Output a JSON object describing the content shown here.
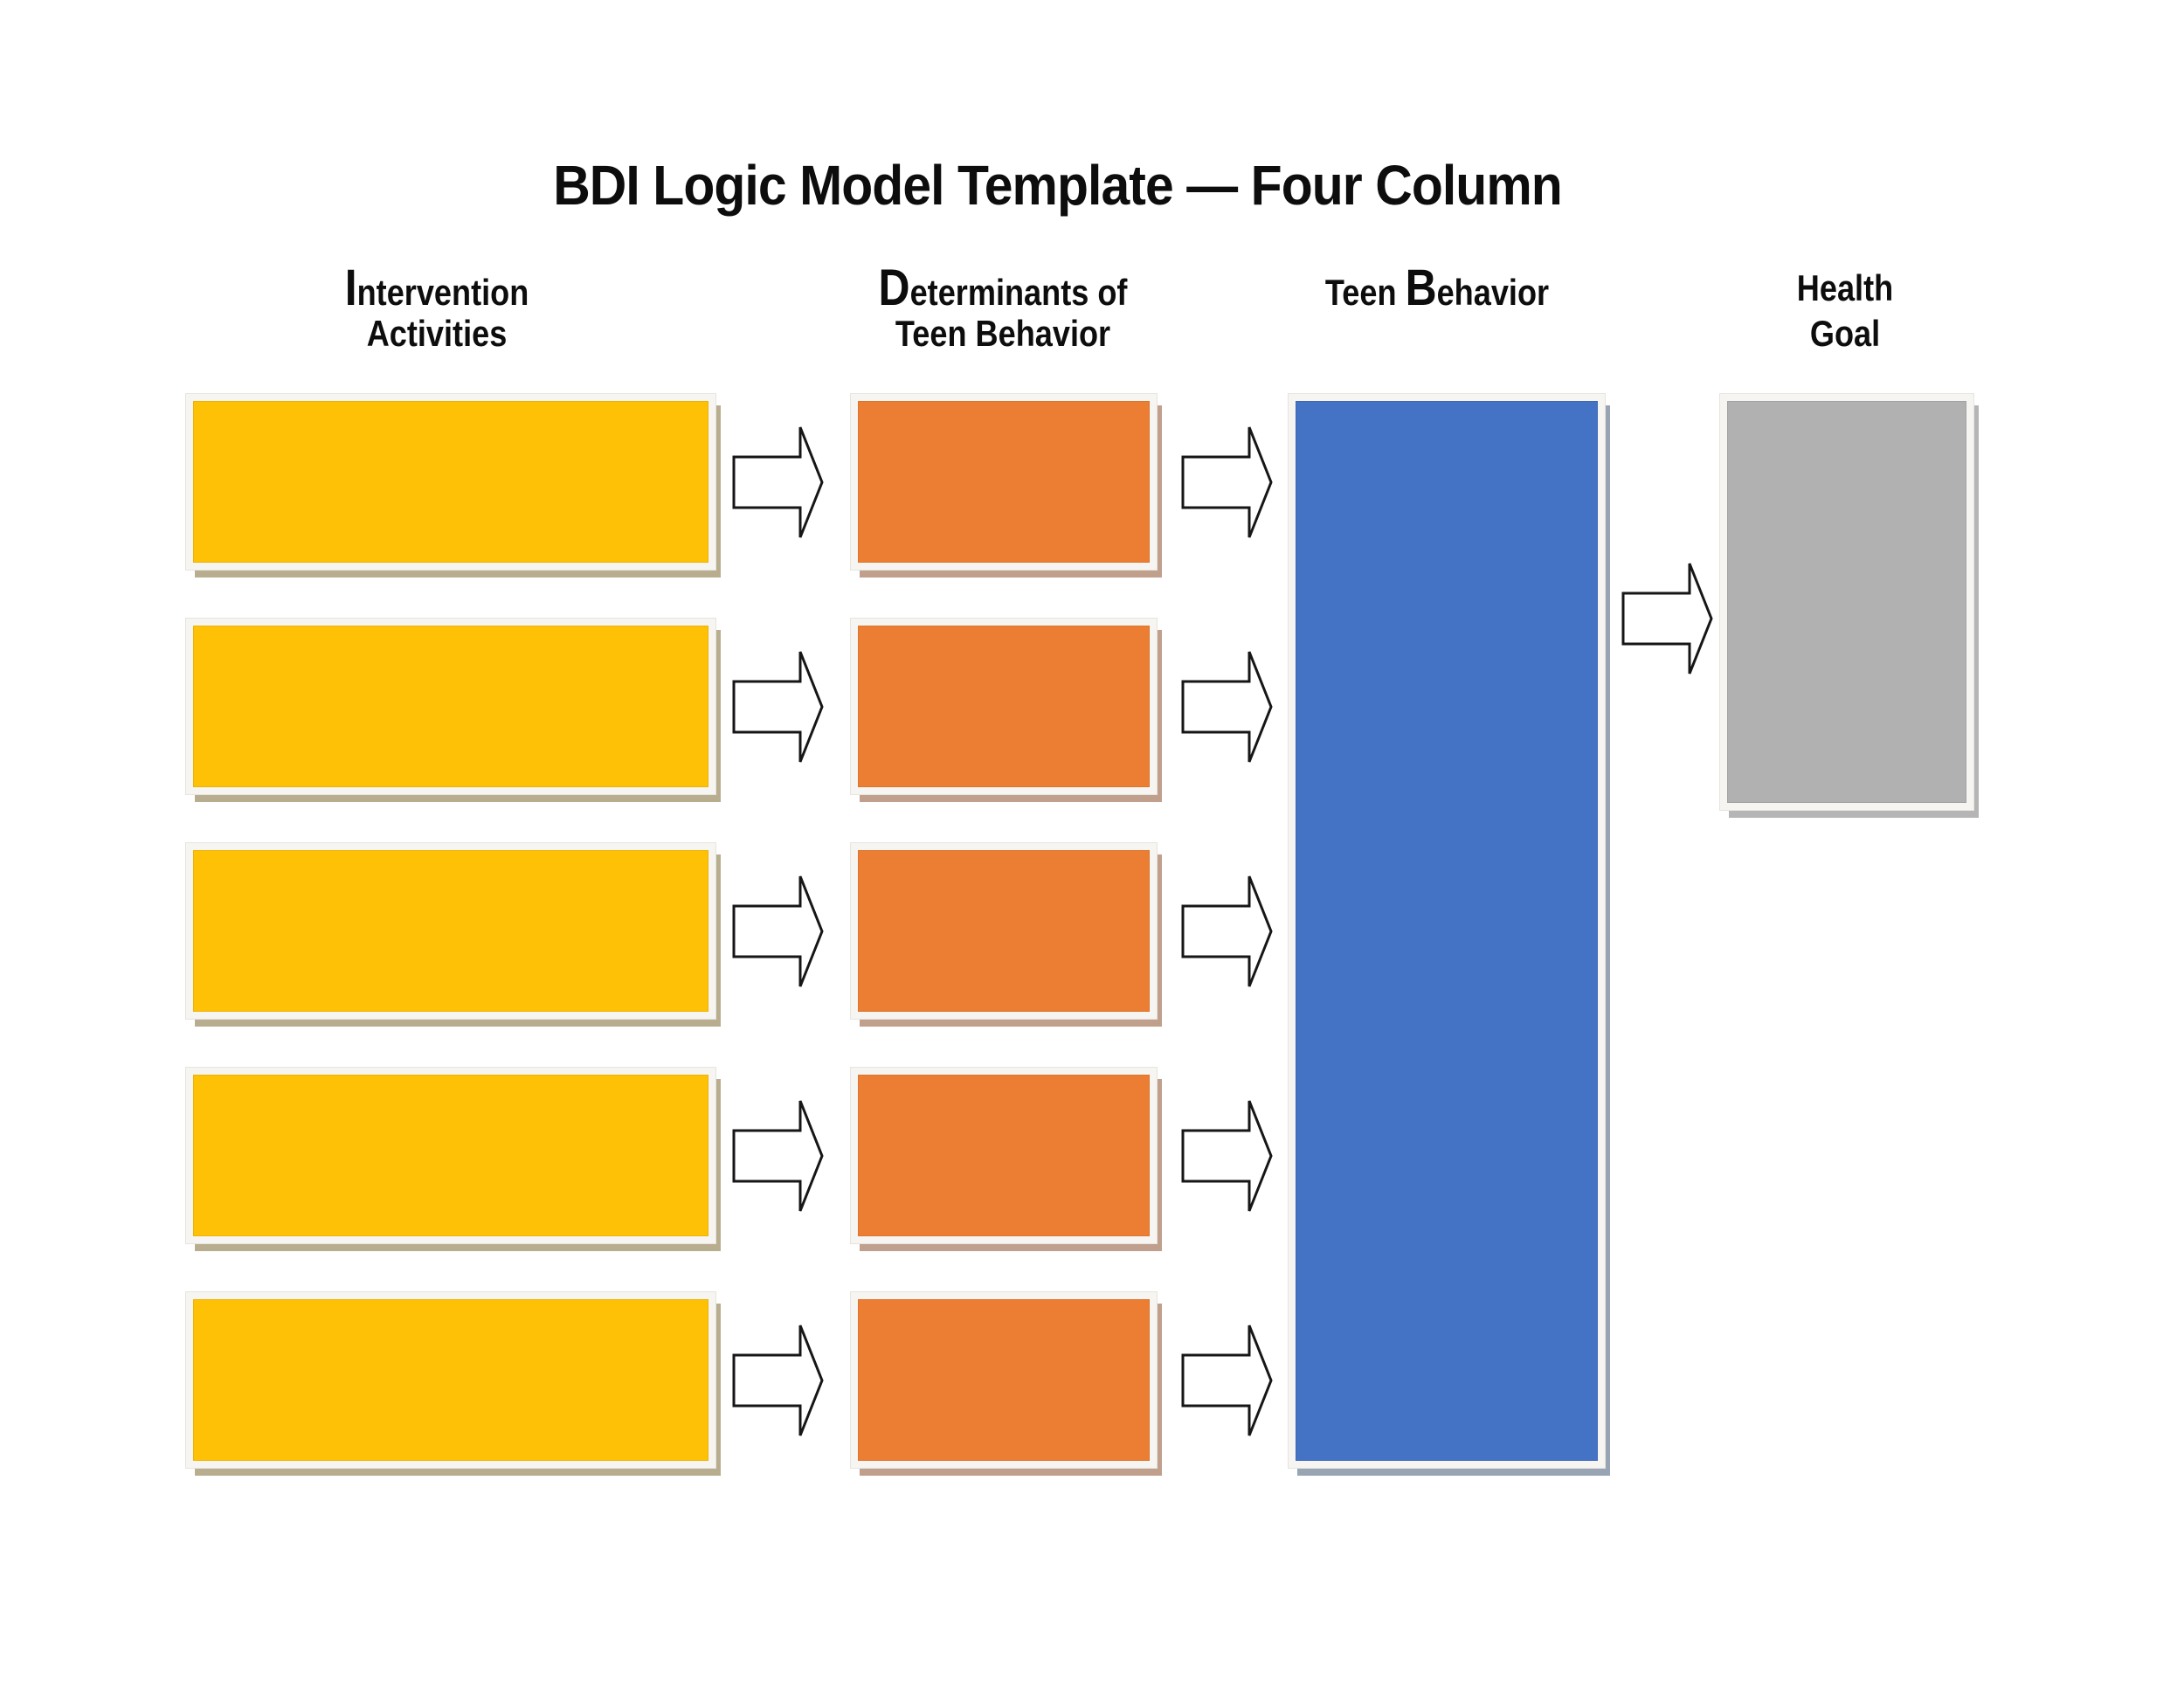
{
  "title": "BDI Logic Model Template — Four Column",
  "colors": {
    "background": "#FFFFFF",
    "text": "#0D0D0D",
    "frame": "#F6F5F2",
    "intervention_fill": "#FEC106",
    "determinant_fill": "#EC7E33",
    "behavior_fill": "#4472C4",
    "health_goal_fill": "#B1B1B1",
    "arrow_fill": "#FFFFFF",
    "arrow_stroke": "#161616"
  },
  "columns": [
    {
      "name": "Intervention Activities",
      "fill": "#FEC106",
      "box_count": 5,
      "header_lines": [
        [
          {
            "t": "I",
            "big": true
          },
          {
            "t": "ntervention",
            "big": false
          }
        ],
        [
          {
            "t": "Activities",
            "big": false
          }
        ]
      ]
    },
    {
      "name": "Determinants of Teen Behavior",
      "fill": "#EC7E33",
      "box_count": 5,
      "header_lines": [
        [
          {
            "t": "D",
            "big": true
          },
          {
            "t": "eterminants of",
            "big": false
          }
        ],
        [
          {
            "t": "Teen Behavior",
            "big": false
          }
        ]
      ]
    },
    {
      "name": "Teen Behavior",
      "fill": "#4472C4",
      "box_count": 1,
      "header_lines": [
        [
          {
            "t": "Teen ",
            "big": false
          },
          {
            "t": "B",
            "big": true
          },
          {
            "t": "ehavior",
            "big": false
          }
        ]
      ]
    },
    {
      "name": "Health Goal",
      "fill": "#B1B1B1",
      "box_count": 1,
      "header_lines": [
        [
          {
            "t": "Health",
            "big": false
          }
        ],
        [
          {
            "t": "Goal",
            "big": false
          }
        ]
      ]
    }
  ],
  "arrows": {
    "col1_to_col2_count": 5,
    "col2_to_col3_count": 5,
    "col3_to_col4_count": 1
  }
}
